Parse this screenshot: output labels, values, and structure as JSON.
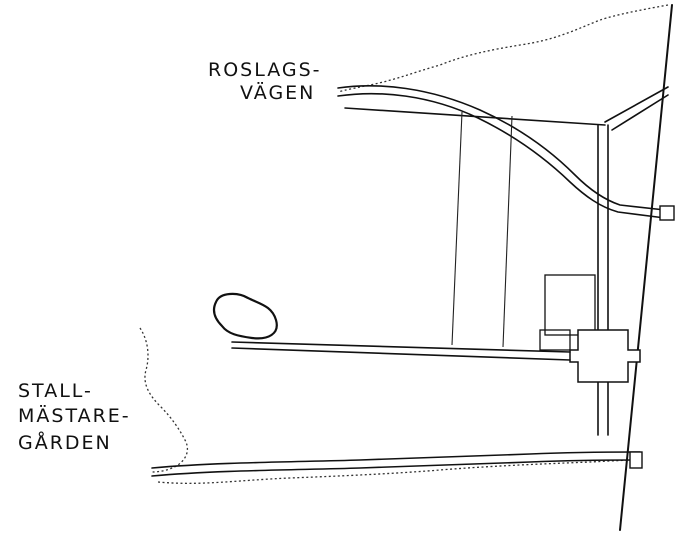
{
  "labels": {
    "roslagsvagen_line1": "ROSLAGS-",
    "roslagsvagen_line2": "VÄGEN",
    "stallmastaregarden_line1": "STALL-",
    "stallmastaregarden_line2": "MÄSTARE-",
    "stallmastaregarden_line3": "GÅRDEN"
  },
  "colors": {
    "ink": "#111111",
    "paper": "#ffffff"
  }
}
